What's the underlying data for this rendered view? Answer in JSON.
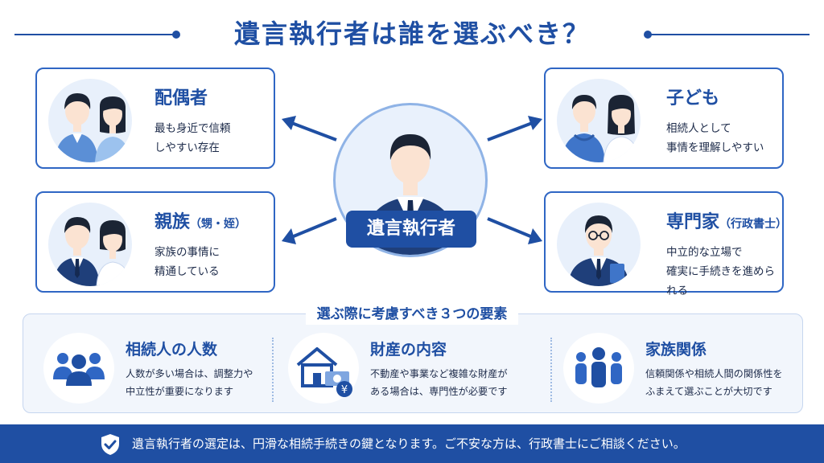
{
  "title": "遺言執行者は誰を選ぶべき？",
  "center": {
    "label": "遺言執行者"
  },
  "cards": {
    "spouse": {
      "title": "配偶者",
      "subtitle": "",
      "desc_line1": "最も身近で信頼",
      "desc_line2": "しやすい存在"
    },
    "relative": {
      "title": "親族",
      "subtitle": "（甥・姪）",
      "desc_line1": "家族の事情に",
      "desc_line2": "精通している"
    },
    "child": {
      "title": "子ども",
      "subtitle": "",
      "desc_line1": "相続人として",
      "desc_line2": "事情を理解しやすい"
    },
    "expert": {
      "title": "専門家",
      "subtitle": "（行政書士）",
      "desc_line1": "中立的な立場で",
      "desc_line2": "確実に手続きを進められる"
    }
  },
  "factors": {
    "heading": "選ぶ際に考慮すべき３つの要素",
    "items": [
      {
        "title": "相続人の人数",
        "desc_line1": "人数が多い場合は、調整力や",
        "desc_line2": "中立性が重要になります",
        "icon": "people-group-icon"
      },
      {
        "title": "財産の内容",
        "desc_line1": "不動産や事業など複雑な財産が",
        "desc_line2": "ある場合は、専門性が必要です",
        "icon": "house-money-icon"
      },
      {
        "title": "家族関係",
        "desc_line1": "信頼関係や相続人間の関係性を",
        "desc_line2": "ふまえて選ぶことが大切です",
        "icon": "family-icon"
      }
    ],
    "icon_symbols": {
      "yen": "¥"
    }
  },
  "footer": {
    "text": "遺言執行者の選定は、円滑な相続手続きの鍵となります。ご不安な方は、行政書士にご相談ください。"
  },
  "colors": {
    "primary": "#1f4fa3",
    "accent": "#2f66c4",
    "light_bg": "#e8f0fb",
    "skin": "#fbe3d2",
    "hair": "#1b2434"
  }
}
